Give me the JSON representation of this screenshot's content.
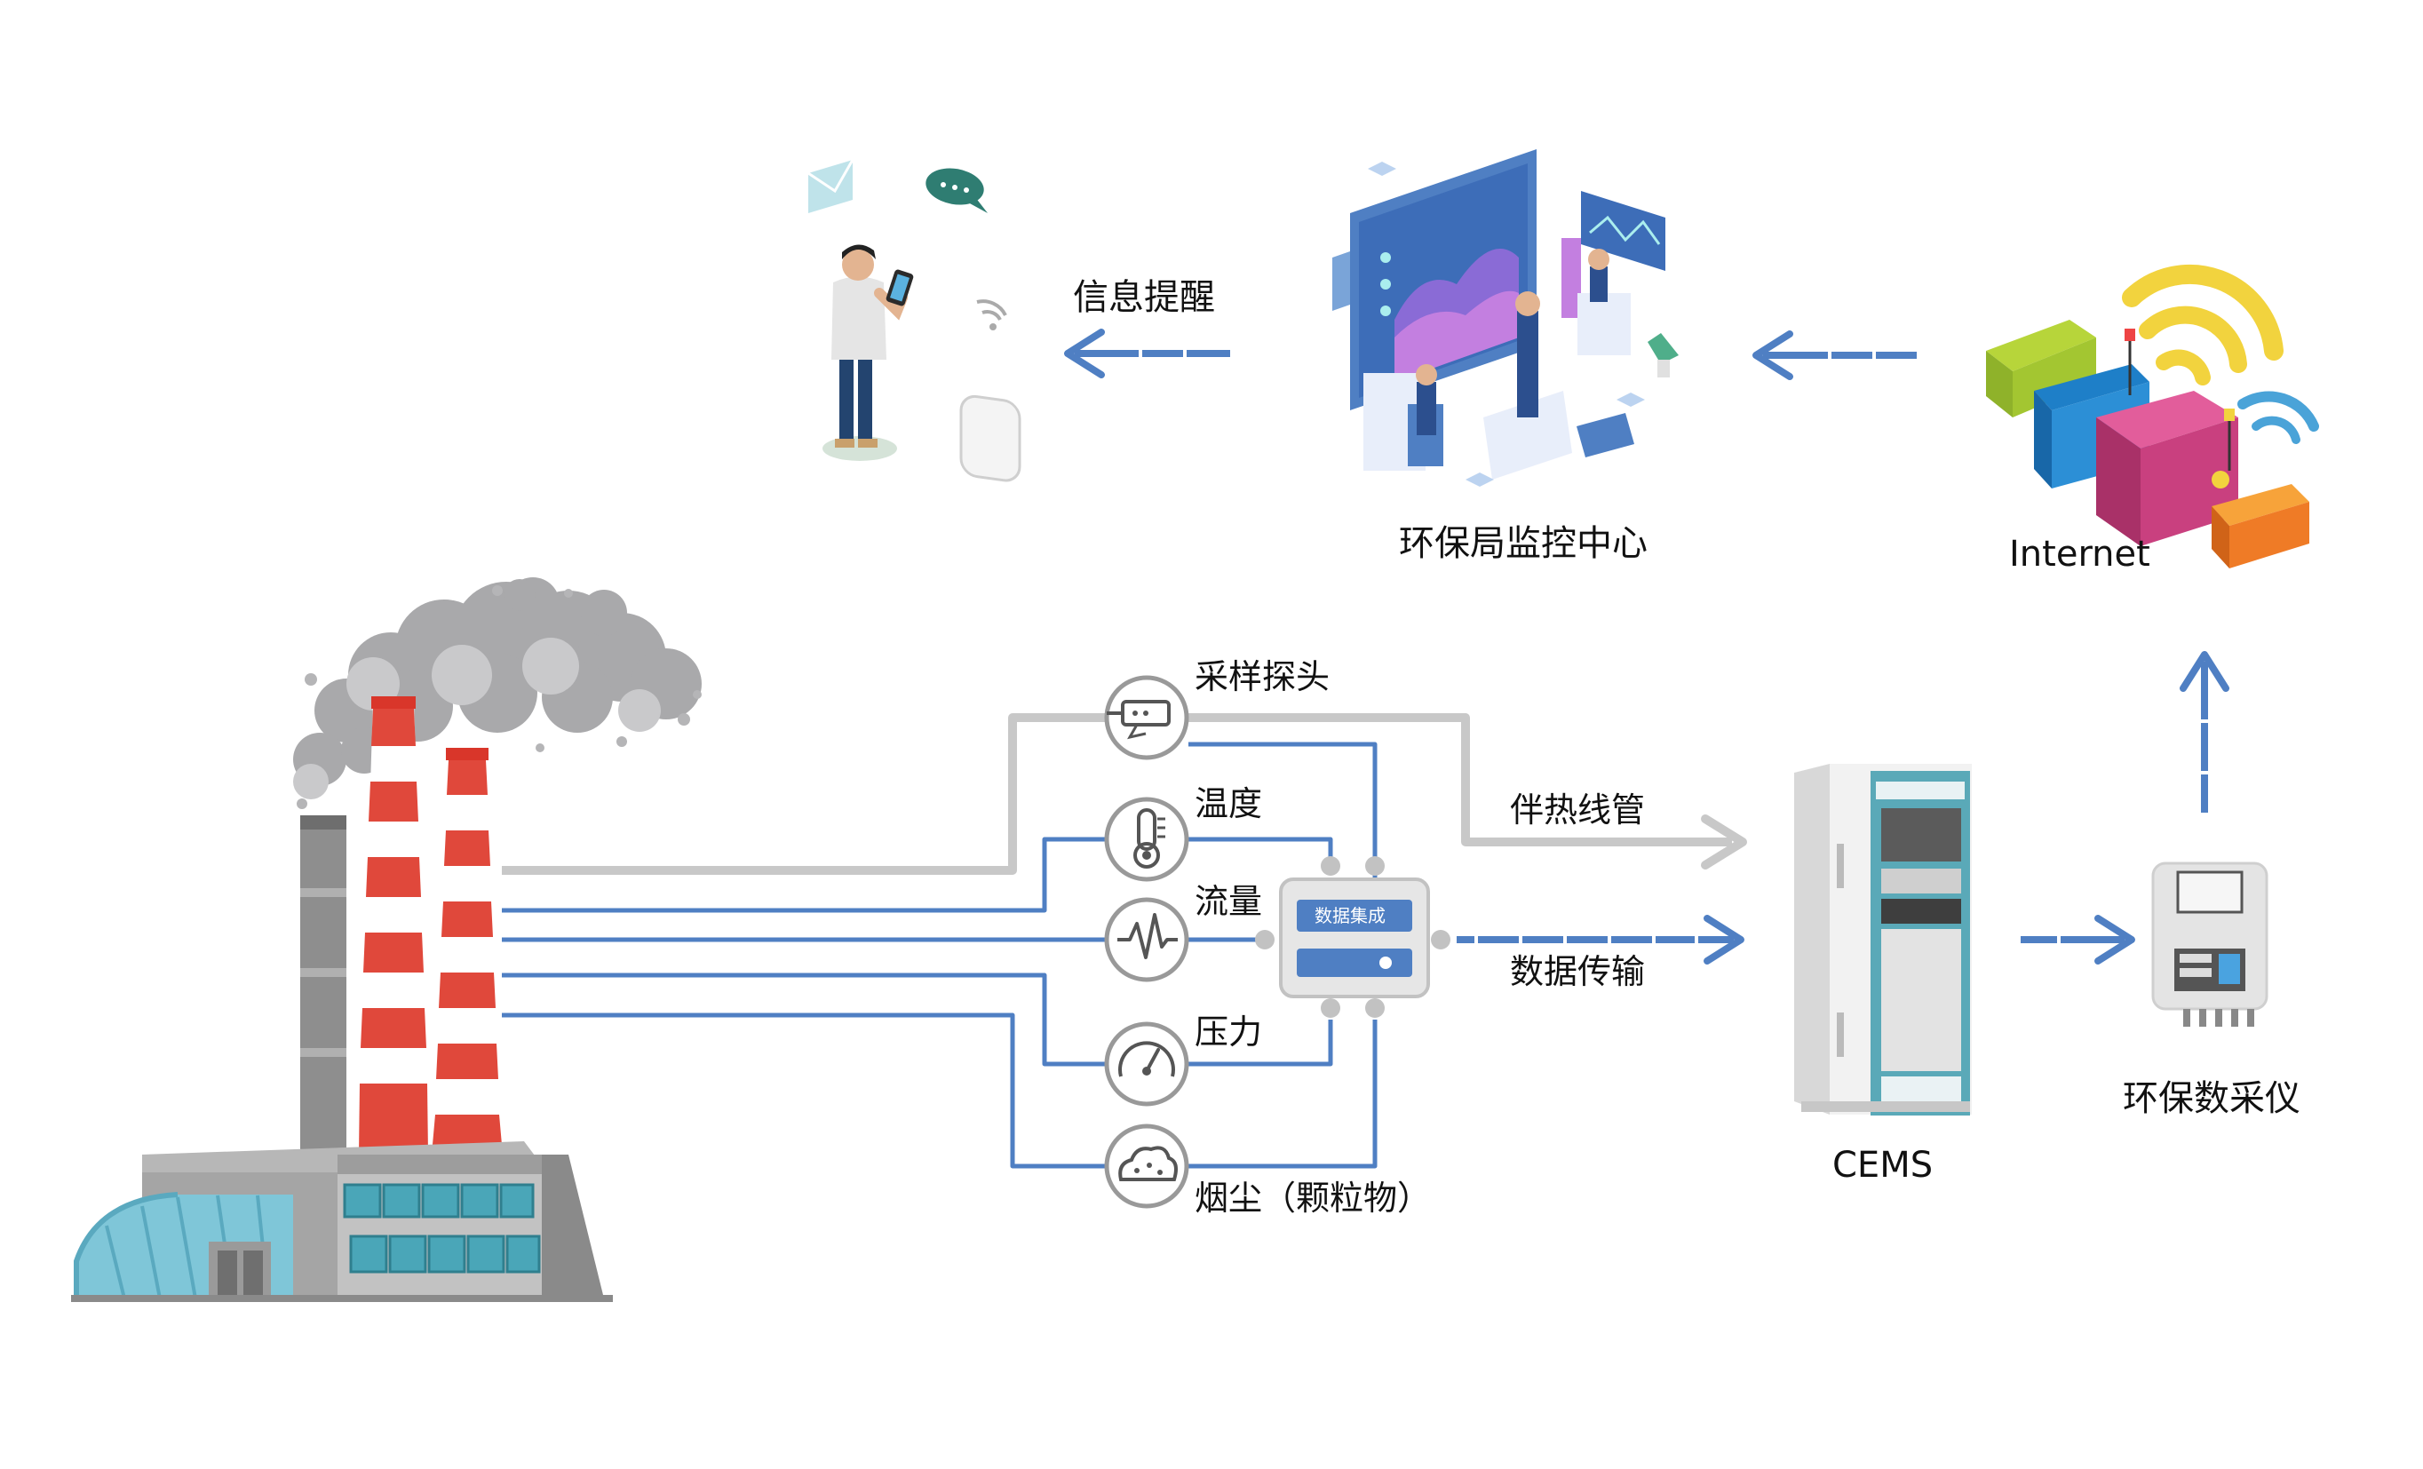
{
  "labels": {
    "info_alert": "信息提醒",
    "epb_center": "环保局监控中心",
    "internet": "Internet",
    "sampling_probe": "采样探头",
    "temperature": "温度",
    "flow": "流量",
    "pressure": "压力",
    "dust": "烟尘（颗粒物）",
    "heated_line": "伴热线管",
    "data_transfer": "数据传输",
    "data_integration": "数据集成",
    "cems": "CEMS",
    "collector": "环保数采仪"
  },
  "colors": {
    "blue_line": "#4f7fc3",
    "grey_line": "#c8c8c8",
    "stack_red": "#e0483b",
    "building_grey": "#9a9a9a",
    "cabinet_teal": "#5aa9b8"
  },
  "icons": {
    "sampling_probe": "probe-icon",
    "temperature": "thermometer-icon",
    "flow": "waveform-icon",
    "pressure": "gauge-icon",
    "dust": "dust-cloud-icon"
  }
}
